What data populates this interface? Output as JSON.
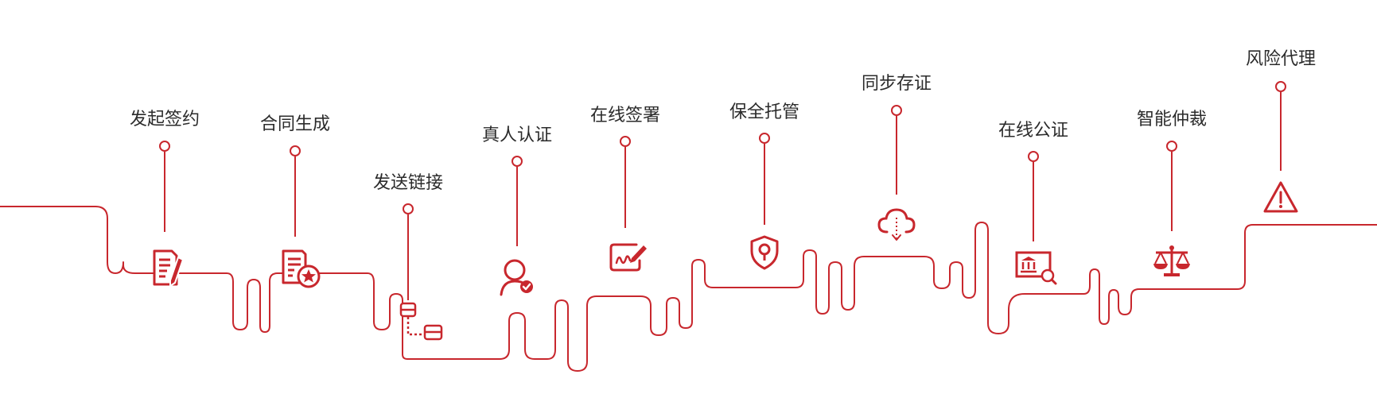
{
  "steps": [
    {
      "label": "发起签约",
      "icon": "document-pen-icon"
    },
    {
      "label": "合同生成",
      "icon": "document-star-icon"
    },
    {
      "label": "发送链接",
      "icon": "link-transfer-icon"
    },
    {
      "label": "真人认证",
      "icon": "user-check-icon"
    },
    {
      "label": "在线签署",
      "icon": "signature-pen-icon"
    },
    {
      "label": "保全托管",
      "icon": "shield-lock-icon"
    },
    {
      "label": "同步存证",
      "icon": "cloud-download-icon"
    },
    {
      "label": "在线公证",
      "icon": "certificate-institution-icon"
    },
    {
      "label": "智能仲裁",
      "icon": "balance-scale-icon"
    },
    {
      "label": "风险代理",
      "icon": "warning-icon"
    }
  ],
  "colors": {
    "accent": "#c8272d",
    "text": "#2b2b2b"
  }
}
